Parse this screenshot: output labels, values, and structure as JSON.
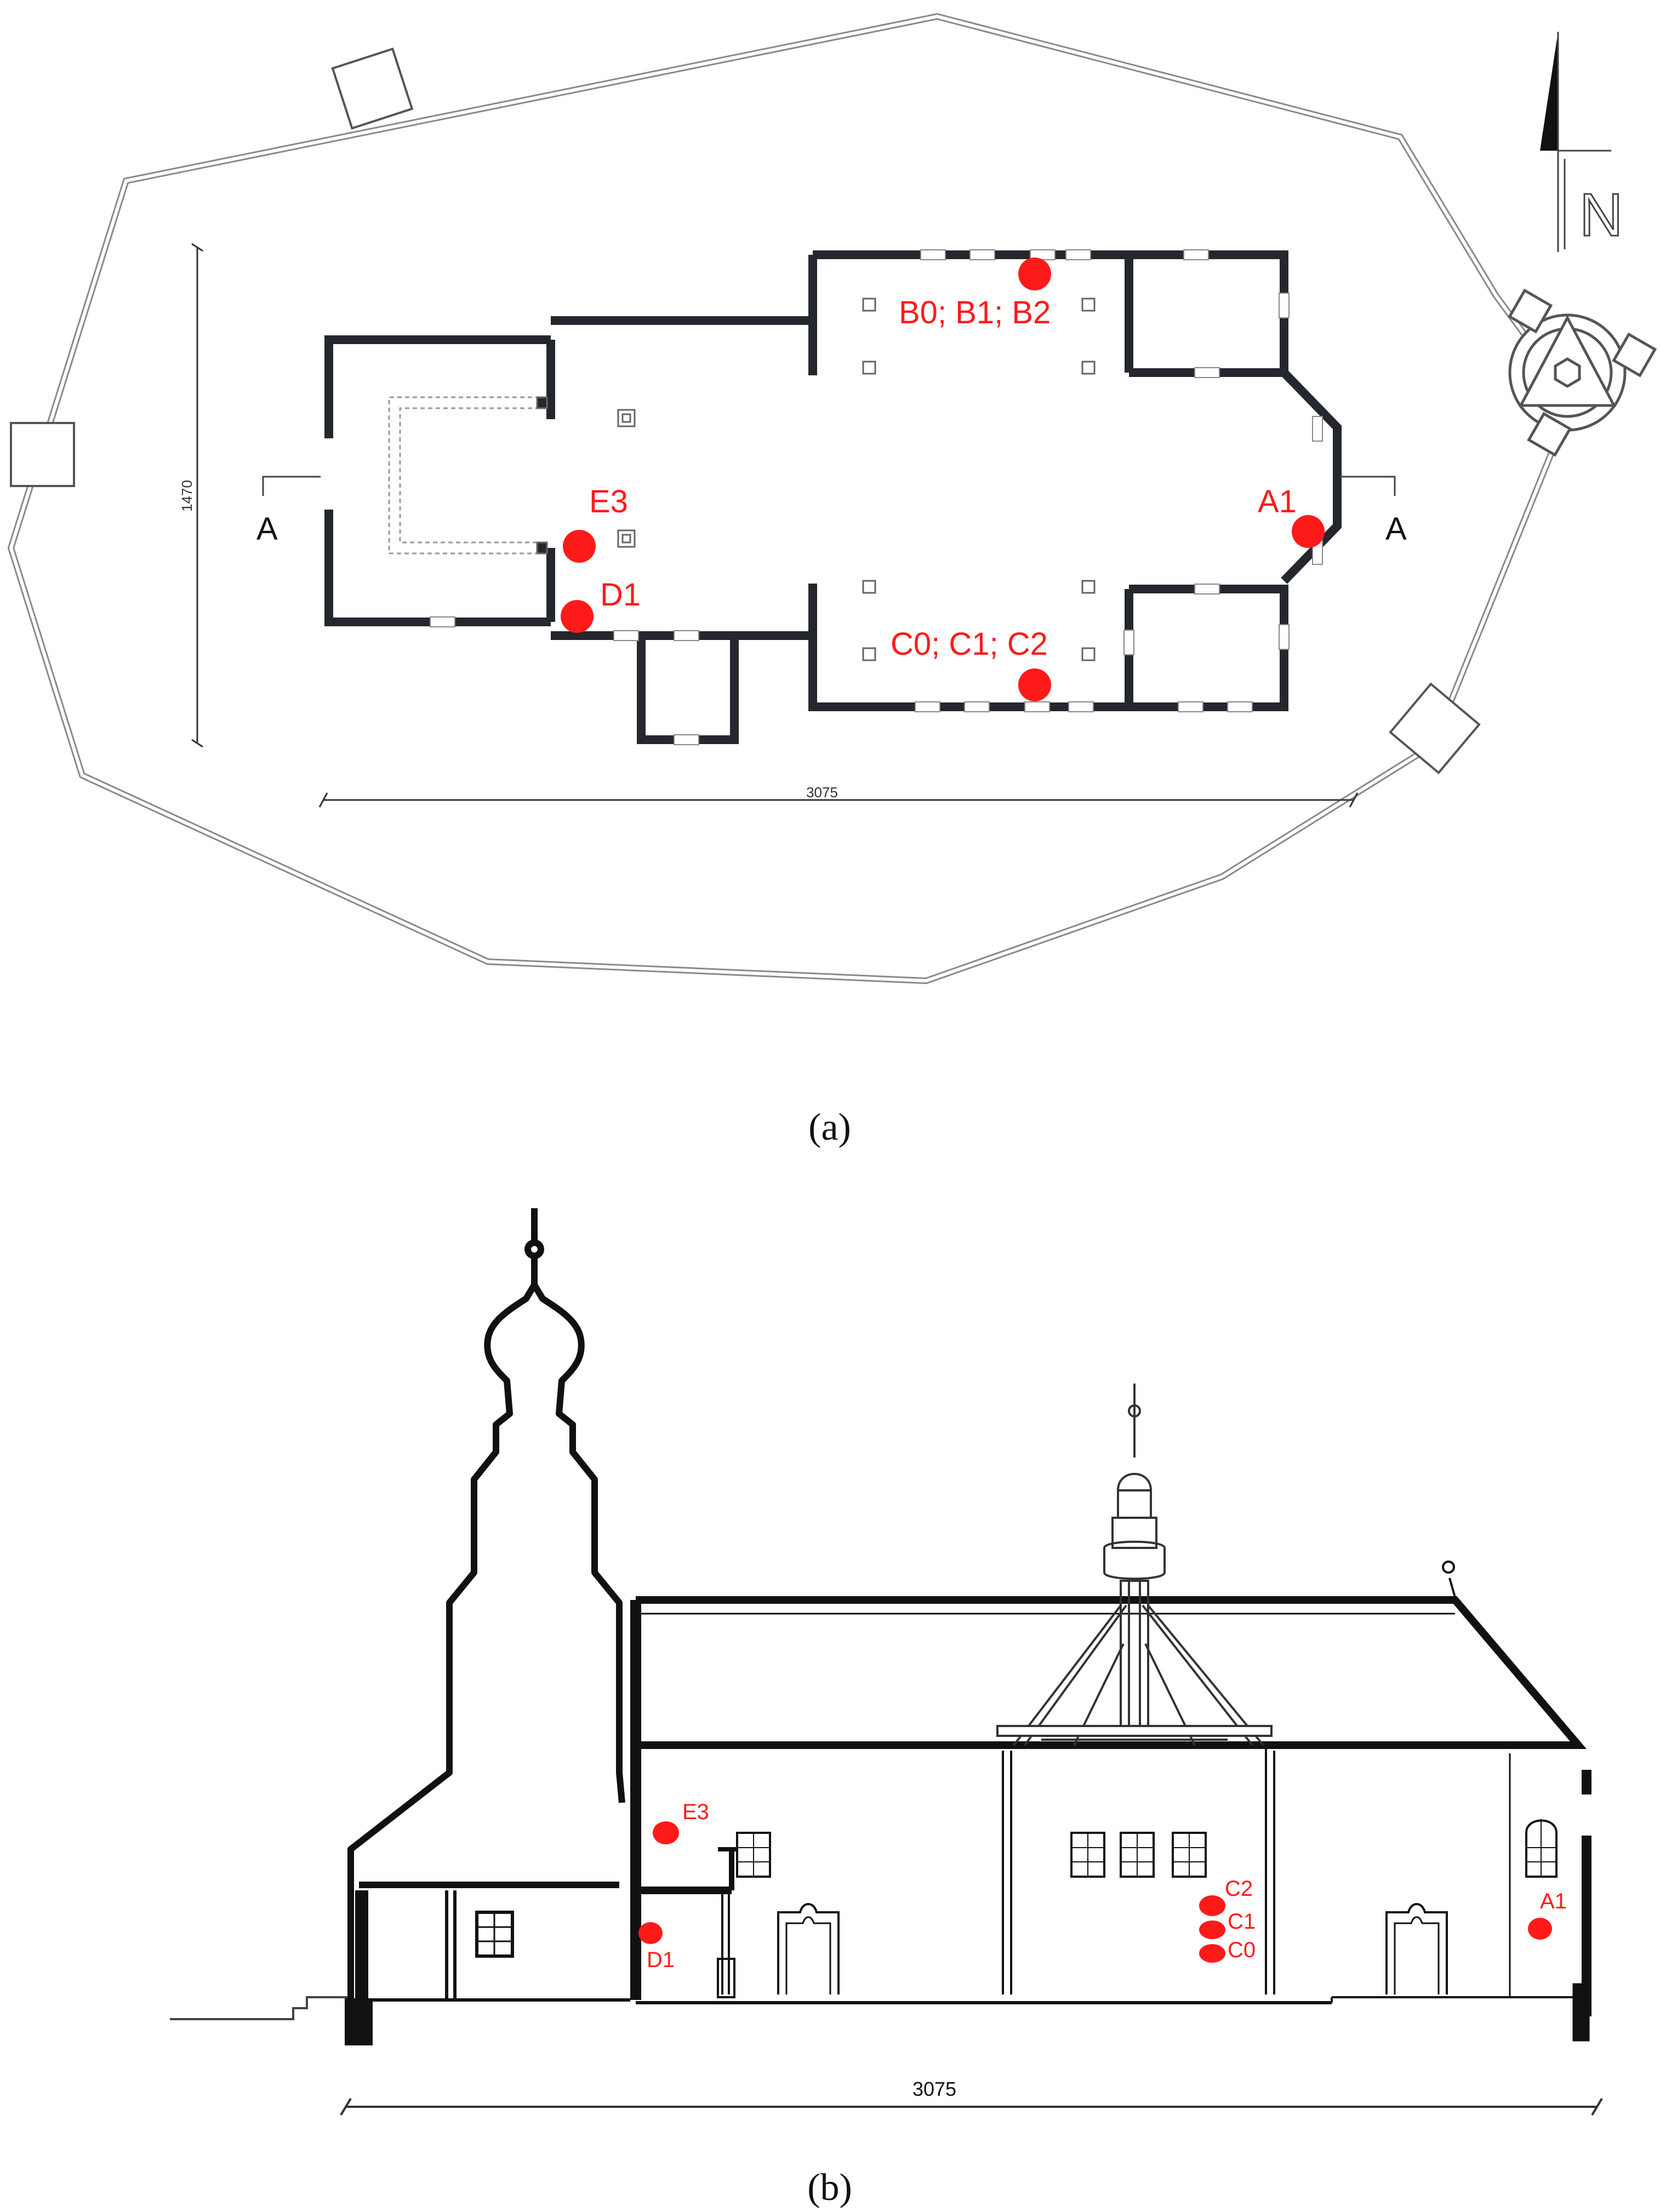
{
  "panel_a": {
    "caption": "(a)",
    "section_marks": [
      "A",
      "A"
    ],
    "north_label": "N",
    "dim_horizontal": "3075",
    "dim_vertical": "1470",
    "markers": [
      {
        "id": "A1",
        "label": "A1"
      },
      {
        "id": "B",
        "label": "B0; B1; B2"
      },
      {
        "id": "C",
        "label": "C0; C1; C2"
      },
      {
        "id": "D1",
        "label": "D1"
      },
      {
        "id": "E3",
        "label": "E3"
      }
    ]
  },
  "panel_b": {
    "caption": "(b)",
    "dim_horizontal": "3075",
    "markers": [
      {
        "id": "E3",
        "label": "E3"
      },
      {
        "id": "D1",
        "label": "D1"
      },
      {
        "id": "C2",
        "label": "C2"
      },
      {
        "id": "C1",
        "label": "C1"
      },
      {
        "id": "C0",
        "label": "C0"
      },
      {
        "id": "A1",
        "label": "A1"
      }
    ]
  },
  "colors": {
    "marker": "#ff1a1a",
    "wall": "#24282e",
    "line": "#000000",
    "fence": "#9a9a9a"
  }
}
